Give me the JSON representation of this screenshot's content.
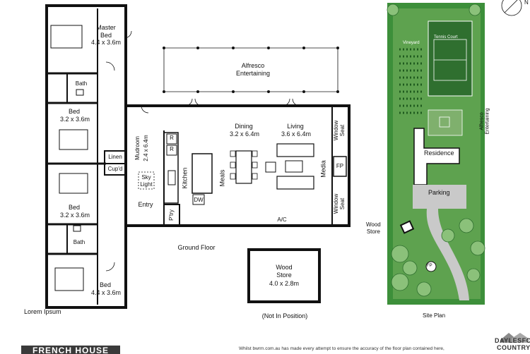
{
  "floor_plan": {
    "rooms": {
      "master_bed": {
        "name": "Master\nBed",
        "size": "4.4 x 3.6m"
      },
      "bath_top": "Bath",
      "bed2": {
        "name": "Bed",
        "size": "3.2 x 3.6m"
      },
      "linen": "Linen",
      "cupd": "Cup'd",
      "bed3": {
        "name": "Bed",
        "size": "3.2 x 3.6m"
      },
      "bath_bottom": "Bath",
      "bed4": {
        "name": "Bed",
        "size": "4.4 x 3.6m"
      },
      "mudroom": {
        "name": "Mudroom",
        "size": "2.4 x 6.4m"
      },
      "sky_light": "Sky\nLight",
      "entry": "Entry",
      "kitchen": "Kitchen",
      "meals": "Meals",
      "pantry": "P'try",
      "dw": "DW",
      "fridge_r1": "R",
      "fridge_r2": "R",
      "dining": {
        "name": "Dining",
        "size": "3.2 x 6.4m"
      },
      "living": {
        "name": "Living",
        "size": "3.6 x 6.4m"
      },
      "window_seat_top": "Window\nSeat",
      "window_seat_bottom": "Window\nSeat",
      "fp": "FP",
      "media": "Media",
      "ac": "A/C",
      "alfresco": "Alfresco\nEntertaining",
      "wood_store": {
        "name": "Wood\nStore",
        "size": "4.0 x 2.8m"
      }
    },
    "ground_floor_label": "Ground Floor",
    "not_in_position": "(Not In Position)",
    "lorem": "Lorem Ipsum"
  },
  "site_plan": {
    "title": "Site Plan",
    "tennis_court": "Tennis Court",
    "vineyard": "Vineyard",
    "alfresco": "Alfresco\nEntertaining",
    "residence": "Residence",
    "parking": "Parking",
    "wood_store": "Wood\nStore",
    "fp": "FP",
    "north": "N"
  },
  "footer": {
    "title": "FRENCH HOUSE",
    "disclaimer": "Whilst bwrm.com.au has made every attempt to ensure the accuracy of the floor plan contained here,",
    "logo_line1": "DAYLESFORD",
    "logo_line2": "COUNTRY"
  },
  "colors": {
    "wall": "#111111",
    "grass": "#3d8f3a",
    "grass_light": "#7fb06d",
    "court": "#2f6f2f",
    "road": "#c9c9c9",
    "footer_band": "#3a3a3a"
  }
}
